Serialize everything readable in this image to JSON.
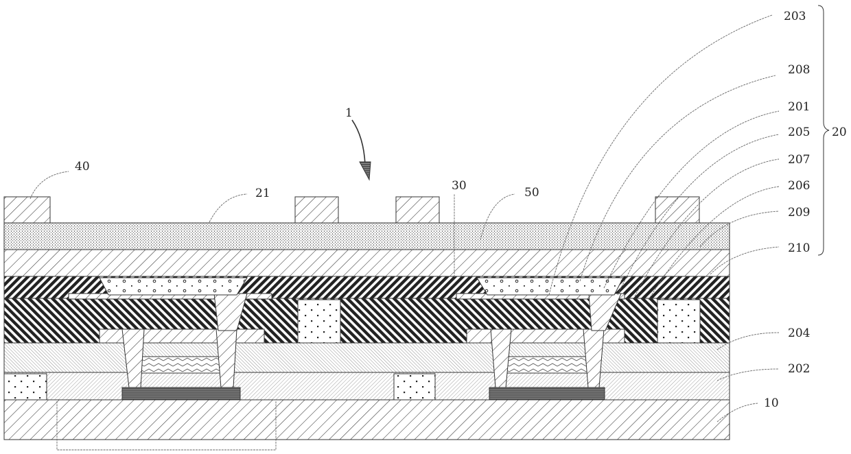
{
  "figure": {
    "pointer_label": "1",
    "labels": {
      "l40": "40",
      "l21": "21",
      "l30": "30",
      "l50": "50",
      "l203": "203",
      "l208": "208",
      "l201": "201",
      "l205": "205",
      "l207": "207",
      "l206": "206",
      "l209": "209",
      "l210": "210",
      "l204": "204",
      "l202": "202",
      "l10": "10",
      "l20": "20"
    }
  }
}
